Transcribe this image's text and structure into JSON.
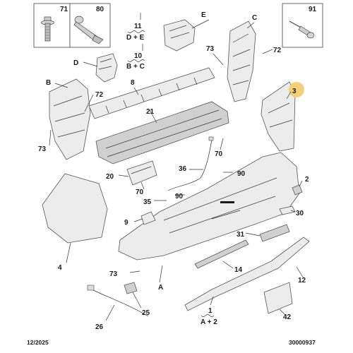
{
  "inset_boxes": [
    {
      "label": "71",
      "icon": "bolt-flange-icon"
    },
    {
      "label": "80",
      "icon": "clip-pin-icon"
    },
    {
      "label": "91",
      "icon": "rivet-icon"
    }
  ],
  "callouts": {
    "c1": "1",
    "c1_sub": "A + 2",
    "c2": "2",
    "c3": "3",
    "c4": "4",
    "c8": "8",
    "c9": "9",
    "c10": "10",
    "c10_sub": "B + C",
    "c11": "11",
    "c11_sub": "D + E",
    "c12": "12",
    "c14": "14",
    "c20": "20",
    "c21": "21",
    "c25": "25",
    "c26": "26",
    "c30": "30",
    "c31": "31",
    "c35": "35",
    "c36": "36",
    "c42": "42",
    "c70a": "70",
    "c70b": "70",
    "c72a": "72",
    "c72b": "72",
    "c73a": "73",
    "c73b": "73",
    "c73c": "73",
    "c90a": "90",
    "c90b": "90",
    "cA": "A",
    "cB": "B",
    "cC": "C",
    "cD": "D",
    "cE": "E"
  },
  "footer": {
    "date": "12/2025",
    "ref": "30000937"
  },
  "colors": {
    "highlight": "#f4cf7a",
    "part_fill": "#ececec",
    "outline": "#555555"
  }
}
